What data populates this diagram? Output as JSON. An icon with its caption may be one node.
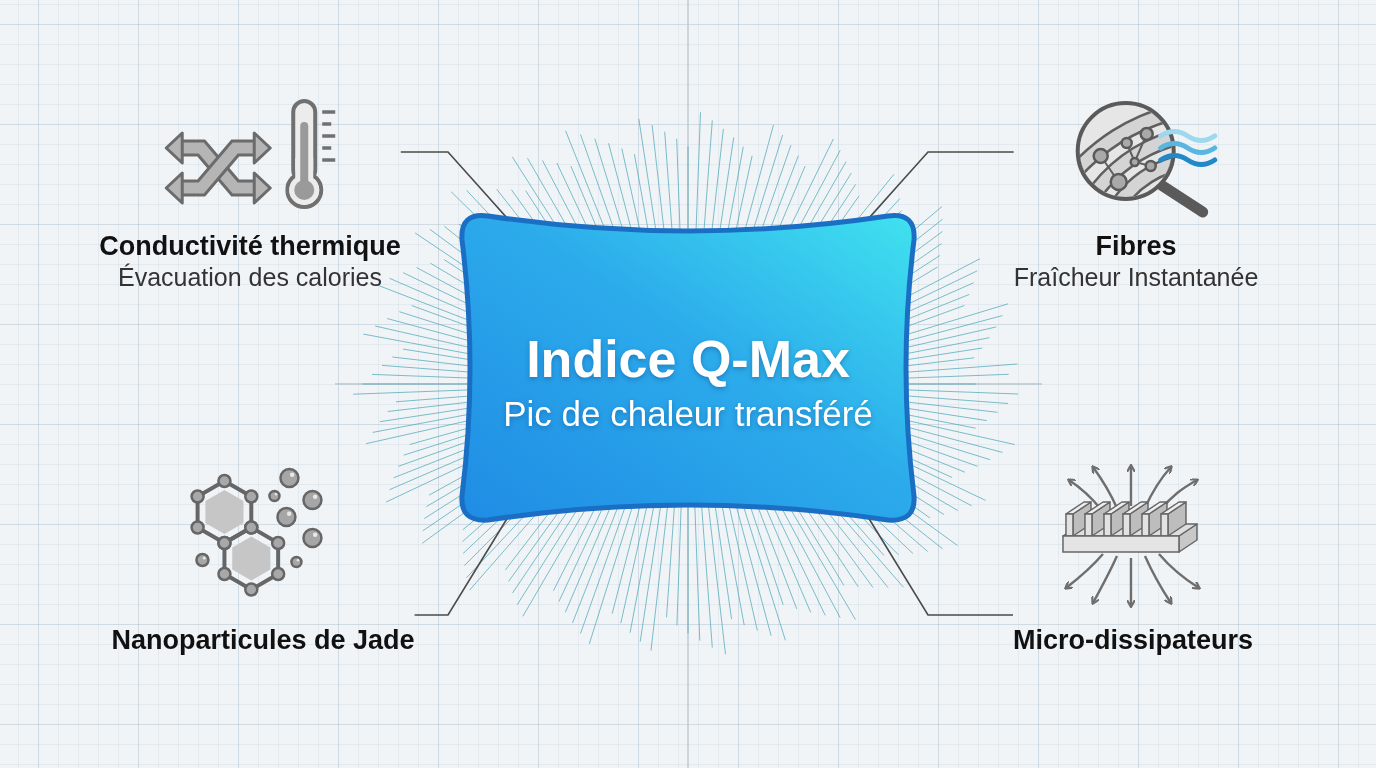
{
  "diagram": {
    "nodes": [
      {
        "text": [
          "Indice Q-Max",
          "Pic de chaleur transféré"
        ]
      },
      {
        "text": [
          "Conductivité thermique",
          "Évacuation des calories"
        ]
      },
      {
        "text": [
          "Fibres",
          "Fraîcheur Instantanée"
        ]
      },
      {
        "text": [
          "Nanoparticules de Jade"
        ]
      },
      {
        "text": [
          "Micro-dissipateurs"
        ]
      }
    ],
    "edges": [
      {
        "from": 1,
        "to": 0,
        "arrow": "none"
      },
      {
        "from": 2,
        "to": 0,
        "arrow": "none"
      },
      {
        "from": 3,
        "to": 0,
        "arrow": "none"
      },
      {
        "from": 4,
        "to": 0,
        "arrow": "none"
      }
    ]
  }
}
